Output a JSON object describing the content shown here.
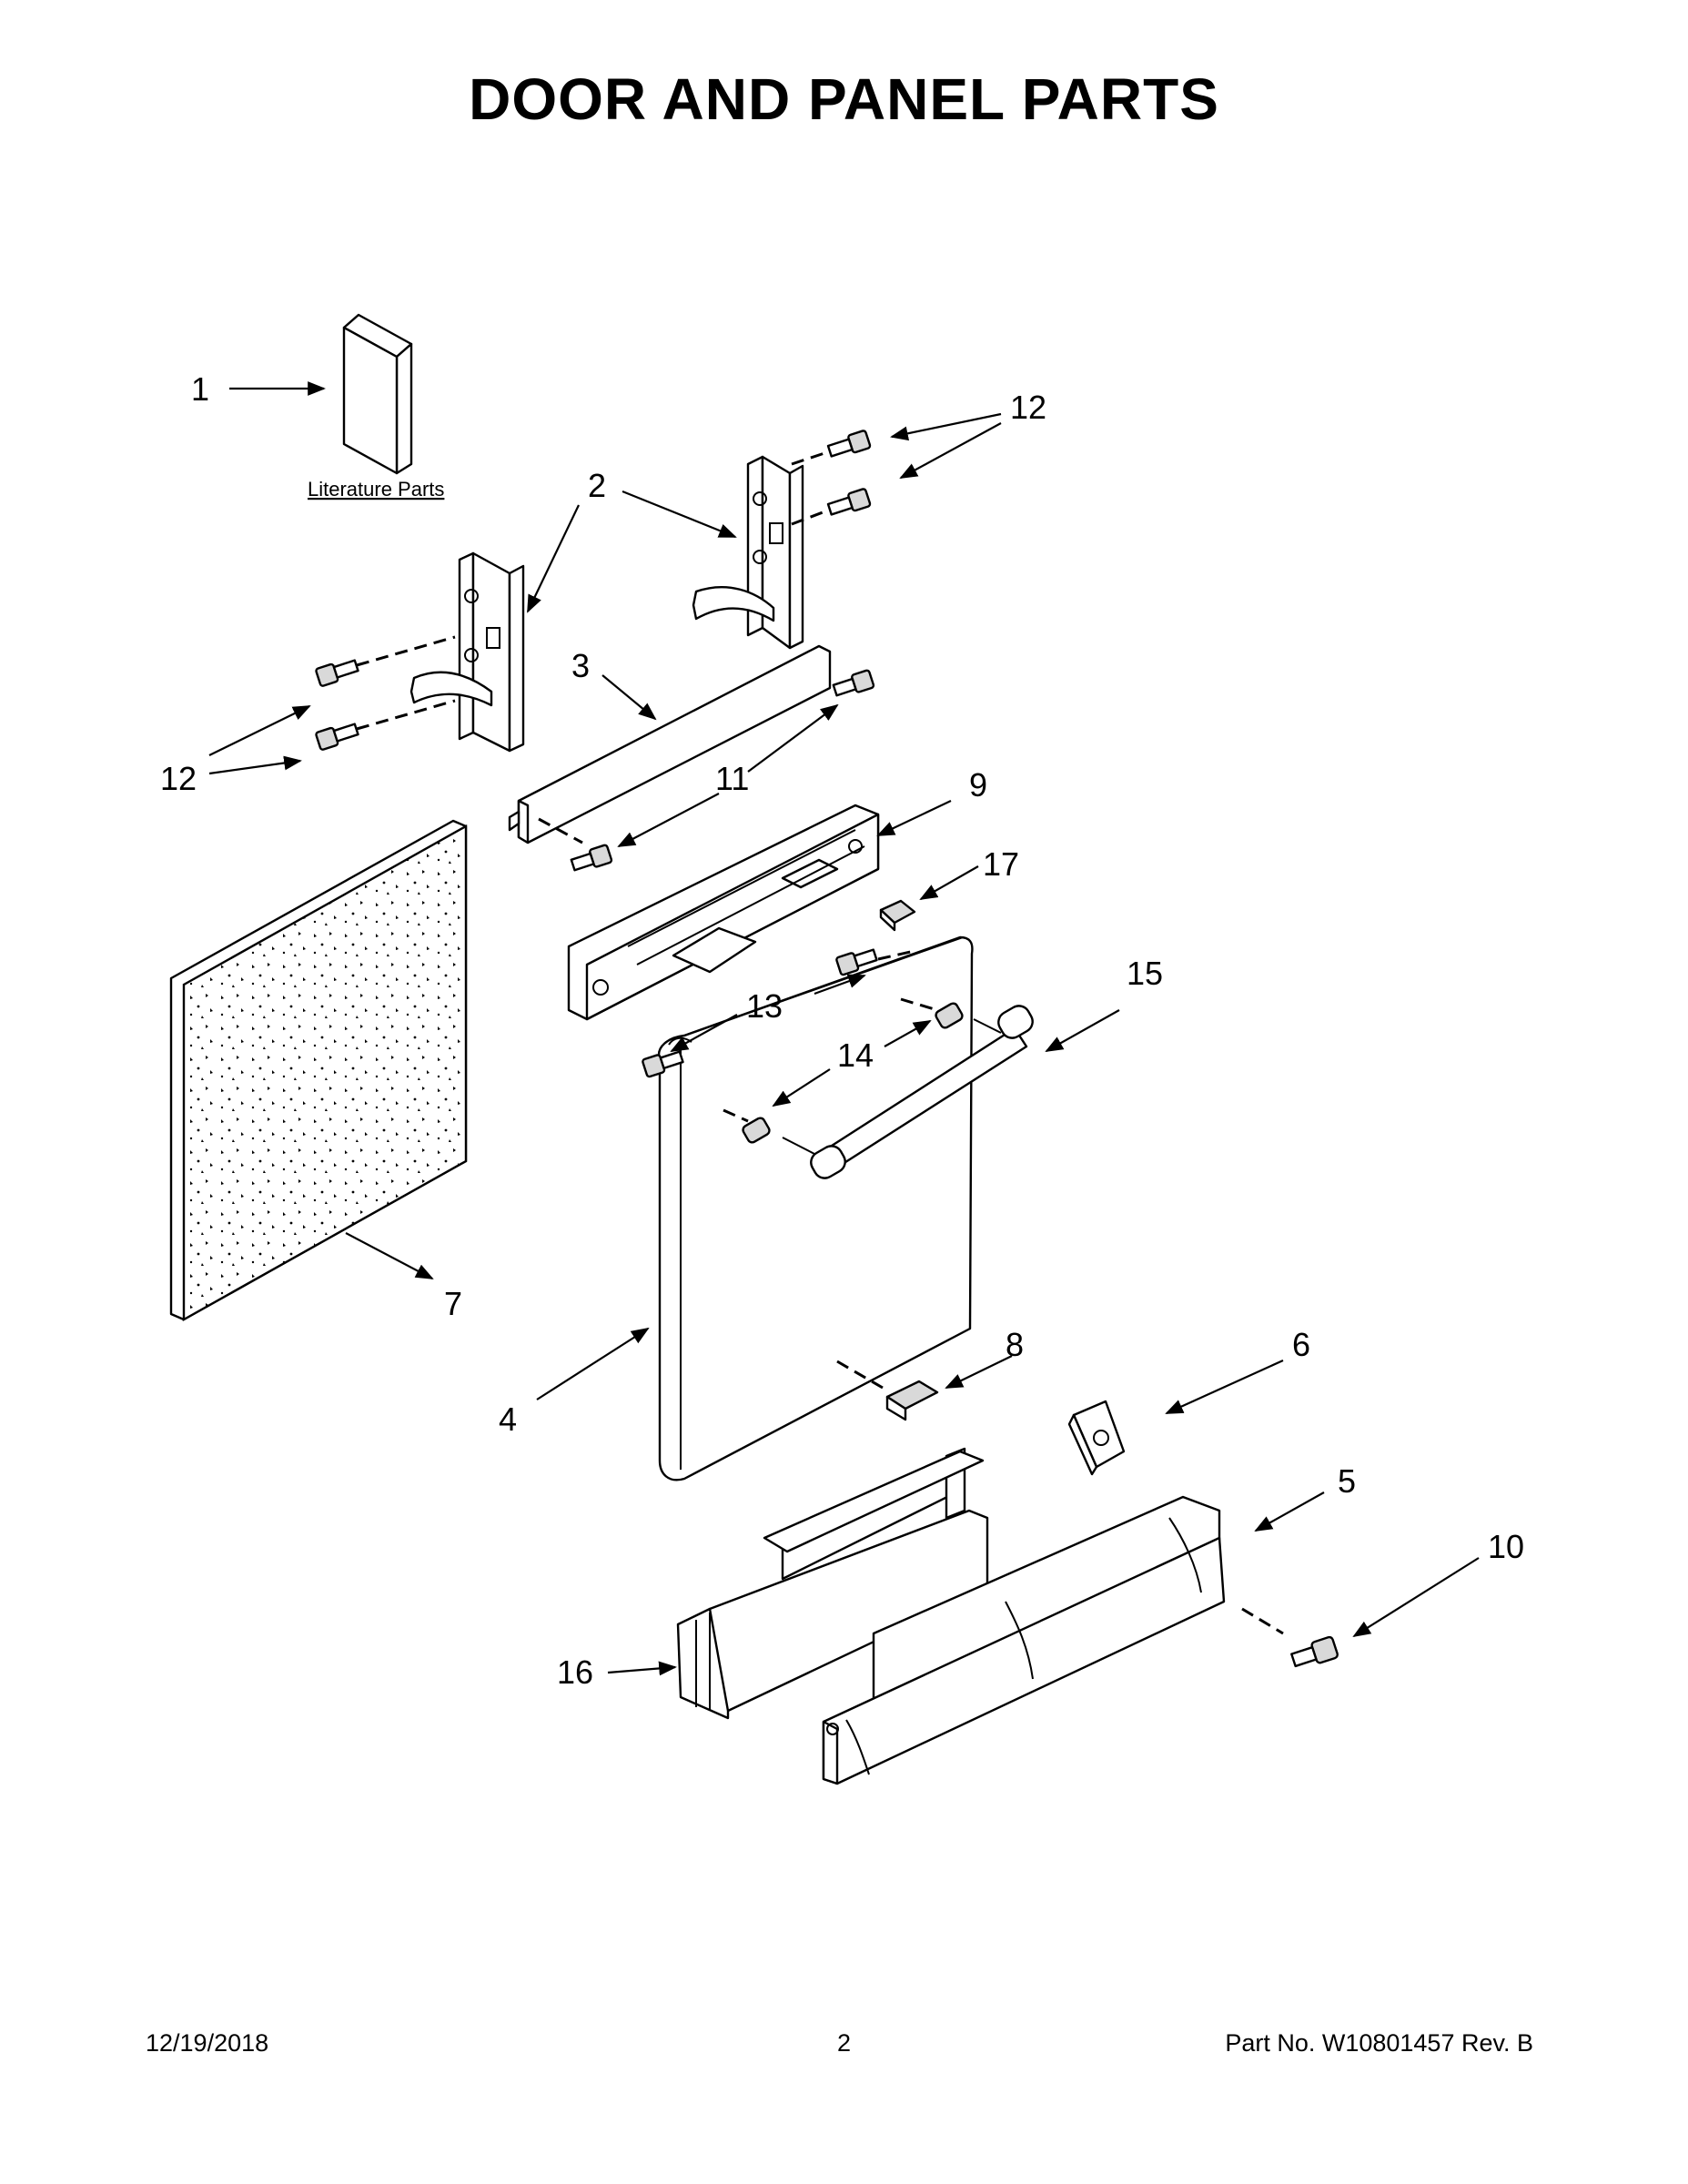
{
  "title": "DOOR AND PANEL PARTS",
  "literature_label": "Literature Parts",
  "callouts": {
    "c1": "1",
    "c2": "2",
    "c3": "3",
    "c4": "4",
    "c5": "5",
    "c6": "6",
    "c7": "7",
    "c8": "8",
    "c9": "9",
    "c10": "10",
    "c11": "11",
    "c12a": "12",
    "c12b": "12",
    "c13": "13",
    "c14": "14",
    "c15": "15",
    "c16": "16",
    "c17": "17"
  },
  "footer": {
    "date": "12/19/2018",
    "page": "2",
    "part_no": "Part No.  W10801457  Rev.  B"
  }
}
